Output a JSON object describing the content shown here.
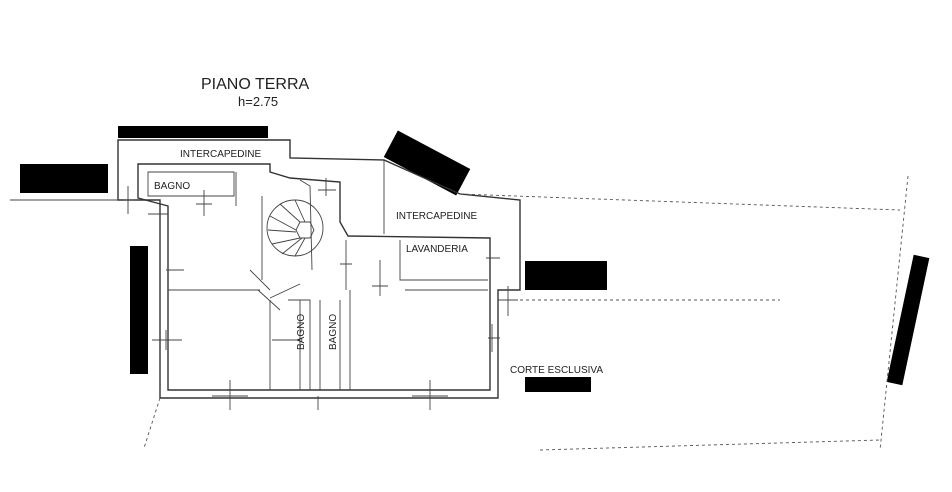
{
  "floor_title": "PIANO TERRA",
  "floor_height": "h=2.75",
  "rooms": {
    "intercapedine_top": "INTERCAPEDINE",
    "intercapedine_right": "INTERCAPEDINE",
    "bagno_top": "BAGNO",
    "lavanderia": "LAVANDERIA",
    "bagno_left": "BAGNO",
    "bagno_right": "BAGNO",
    "corte_esclusiva": "CORTE ESCLUSIVA"
  },
  "colors": {
    "ink": "#333333",
    "redaction": "#000000",
    "background": "#ffffff"
  },
  "icons": {
    "stair": "spiral-staircase-icon",
    "window": "window-icon",
    "door": "door-swing-icon"
  }
}
